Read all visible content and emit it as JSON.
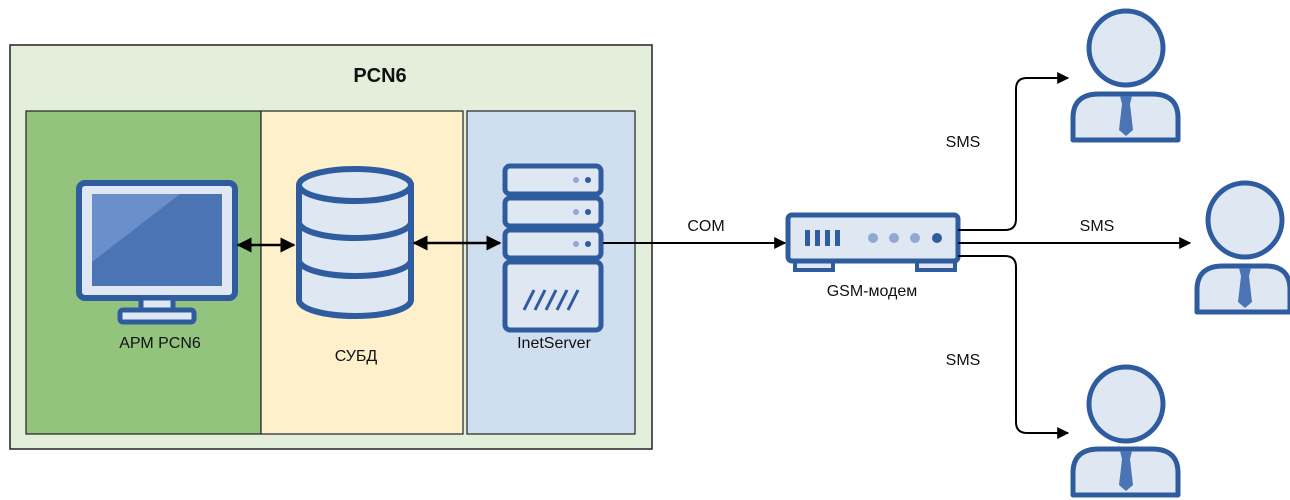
{
  "diagram": {
    "system_title": "PCN6",
    "workstation_label": "АРМ PCN6",
    "dbms_label": "СУБД",
    "server_label": "InetServer",
    "modem_label": "GSM-модем",
    "com_label": "COM",
    "sms_top_label": "SMS",
    "sms_middle_label": "SMS",
    "sms_bottom_label": "SMS"
  },
  "colors": {
    "outer_panel": "#e3eedb",
    "workstation_panel": "#93c47d",
    "dbms_panel": "#fff0cc",
    "server_panel": "#cfdff0",
    "icon_stroke": "#2f5c9e",
    "icon_fill": "#dfe7f3"
  }
}
